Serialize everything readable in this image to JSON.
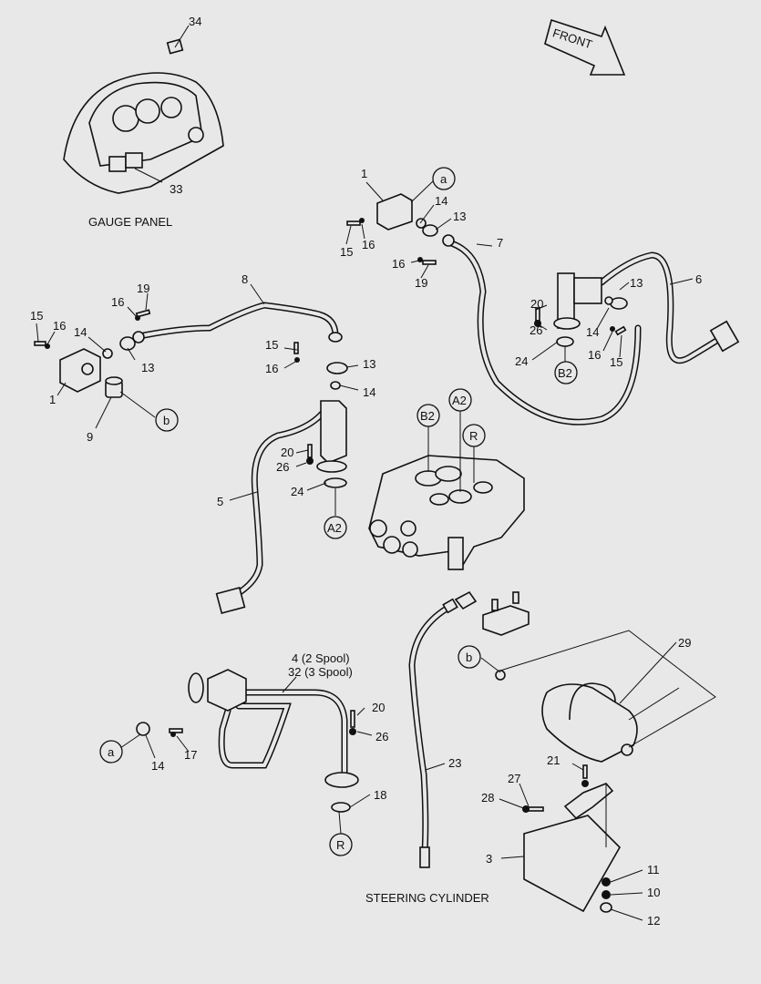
{
  "captions": {
    "gauge_panel": "GAUGE PANEL",
    "steering_cylinder": "STEERING CYLINDER",
    "front": "FRONT"
  },
  "circle_refs": {
    "a_top": "a",
    "b_left": "b",
    "b2_right": "B2",
    "b2_valve": "B2",
    "a2_valve": "A2",
    "r_valve": "R",
    "a2_tube": "A2",
    "a_bottom": "a",
    "r_bottom": "R",
    "b_bottom": "b"
  },
  "part_labels": {
    "p34": "34",
    "p33": "33",
    "p1_top": "1",
    "p14_top": "14",
    "p13_top": "13",
    "p15_top": "15",
    "p16_top": "16",
    "p7": "7",
    "p16_mid": "16",
    "p19_mid": "19",
    "p6": "6",
    "p20_right": "20",
    "p26_right": "26",
    "p13_right": "13",
    "p14_right": "14",
    "p16_right": "16",
    "p15_right": "15",
    "p24_right": "24",
    "p8": "8",
    "p19_left": "19",
    "p16_left_a": "16",
    "p15_left": "15",
    "p16_left_b": "16",
    "p14_left": "14",
    "p13_left": "13",
    "p1_left": "1",
    "p9": "9",
    "p15_mid": "15",
    "p16_mid2": "16",
    "p13_mid": "13",
    "p14_mid": "14",
    "p20_mid": "20",
    "p26_mid": "26",
    "p24_mid": "24",
    "p5": "5",
    "p4": "4  (2 Spool)",
    "p32": "32 (3 Spool)",
    "p20_bottom": "20",
    "p26_bottom": "26",
    "p18": "18",
    "p14_bottom": "14",
    "p17": "17",
    "p23": "23",
    "p29": "29",
    "p21": "21",
    "p27": "27",
    "p28": "28",
    "p3": "3",
    "p11": "11",
    "p10": "10",
    "p12": "12"
  }
}
